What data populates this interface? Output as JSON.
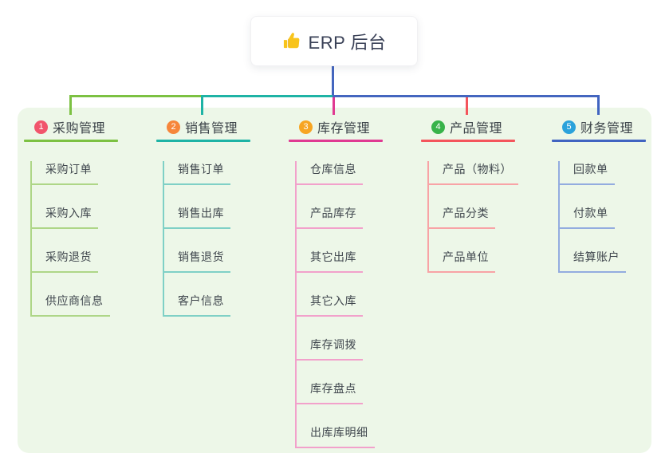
{
  "root": {
    "title": "ERP 后台",
    "icon": "thumbs-up-icon"
  },
  "branches": [
    {
      "num": "1",
      "label": "采购管理",
      "badge_color": "#f1556c",
      "line_color": "#7cc142",
      "item_line_color": "#aed687",
      "items": [
        "采购订单",
        "采购入库",
        "采购退货",
        "供应商信息"
      ]
    },
    {
      "num": "2",
      "label": "销售管理",
      "badge_color": "#f6863b",
      "line_color": "#1eb3a5",
      "item_line_color": "#7fd0c6",
      "items": [
        "销售订单",
        "销售出库",
        "销售退货",
        "客户信息"
      ]
    },
    {
      "num": "3",
      "label": "库存管理",
      "badge_color": "#f7a522",
      "line_color": "#e03a92",
      "item_line_color": "#f2a1cb",
      "items": [
        "仓库信息",
        "产品库存",
        "其它出库",
        "其它入库",
        "库存调拨",
        "库存盘点",
        "出库库明细"
      ]
    },
    {
      "num": "4",
      "label": "产品管理",
      "badge_color": "#38b34a",
      "line_color": "#f4555c",
      "item_line_color": "#f8a3a6",
      "items": [
        "产品（物料）",
        "产品分类",
        "产品单位"
      ]
    },
    {
      "num": "5",
      "label": "财务管理",
      "badge_color": "#2aa2db",
      "line_color": "#4164c1",
      "item_line_color": "#93acdf",
      "items": [
        "回款单",
        "付款单",
        "结算账户"
      ]
    }
  ],
  "colors": {
    "canvas_bg": "#ffffff",
    "panel_bg": "#edf7e8",
    "root_connector": "#4466bf",
    "header_text": "#3c4349",
    "item_text": "#40474e",
    "root_text": "#3a4157",
    "thumb_yellow": "#f8c41c"
  }
}
